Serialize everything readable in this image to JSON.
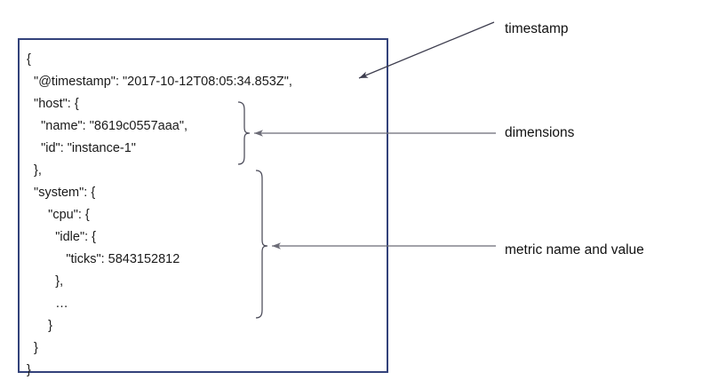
{
  "diagram": {
    "title": "metric document annotation diagram",
    "box": {
      "border_color": "#33427a",
      "background": "#ffffff"
    },
    "code_lines": [
      "{",
      "  \"@timestamp\": \"2017-10-12T08:05:34.853Z\",",
      "  \"host\": {",
      "    \"name\": \"8619c0557aaa\",",
      "    \"id\": \"instance-1\"",
      "  },",
      "  \"system\": {",
      "      \"cpu\": {",
      "        \"idle\": {",
      "           \"ticks\": 5843152812",
      "        },",
      "        …",
      "      }",
      "  }",
      "}"
    ],
    "json_values": {
      "timestamp_field": "@timestamp",
      "timestamp_value": "2017-10-12T08:05:34.853Z",
      "host_field": "host",
      "host_name_field": "name",
      "host_name_value": "8619c0557aaa",
      "host_id_field": "id",
      "host_id_value": "instance-1",
      "system_field": "system",
      "cpu_field": "cpu",
      "idle_field": "idle",
      "ticks_field": "ticks",
      "ticks_value": "5843152812",
      "ellipsis": "…"
    },
    "annotations": [
      {
        "id": "timestamp",
        "label": "timestamp",
        "connector": "arrow",
        "arrow_color": "#3d3d4e"
      },
      {
        "id": "dimensions",
        "label": "dimensions",
        "connector": "brace-and-arrow",
        "arrow_color": "#6b6b76"
      },
      {
        "id": "metric",
        "label": "metric name and value",
        "connector": "brace-and-arrow",
        "arrow_color": "#6b6b76"
      }
    ]
  }
}
